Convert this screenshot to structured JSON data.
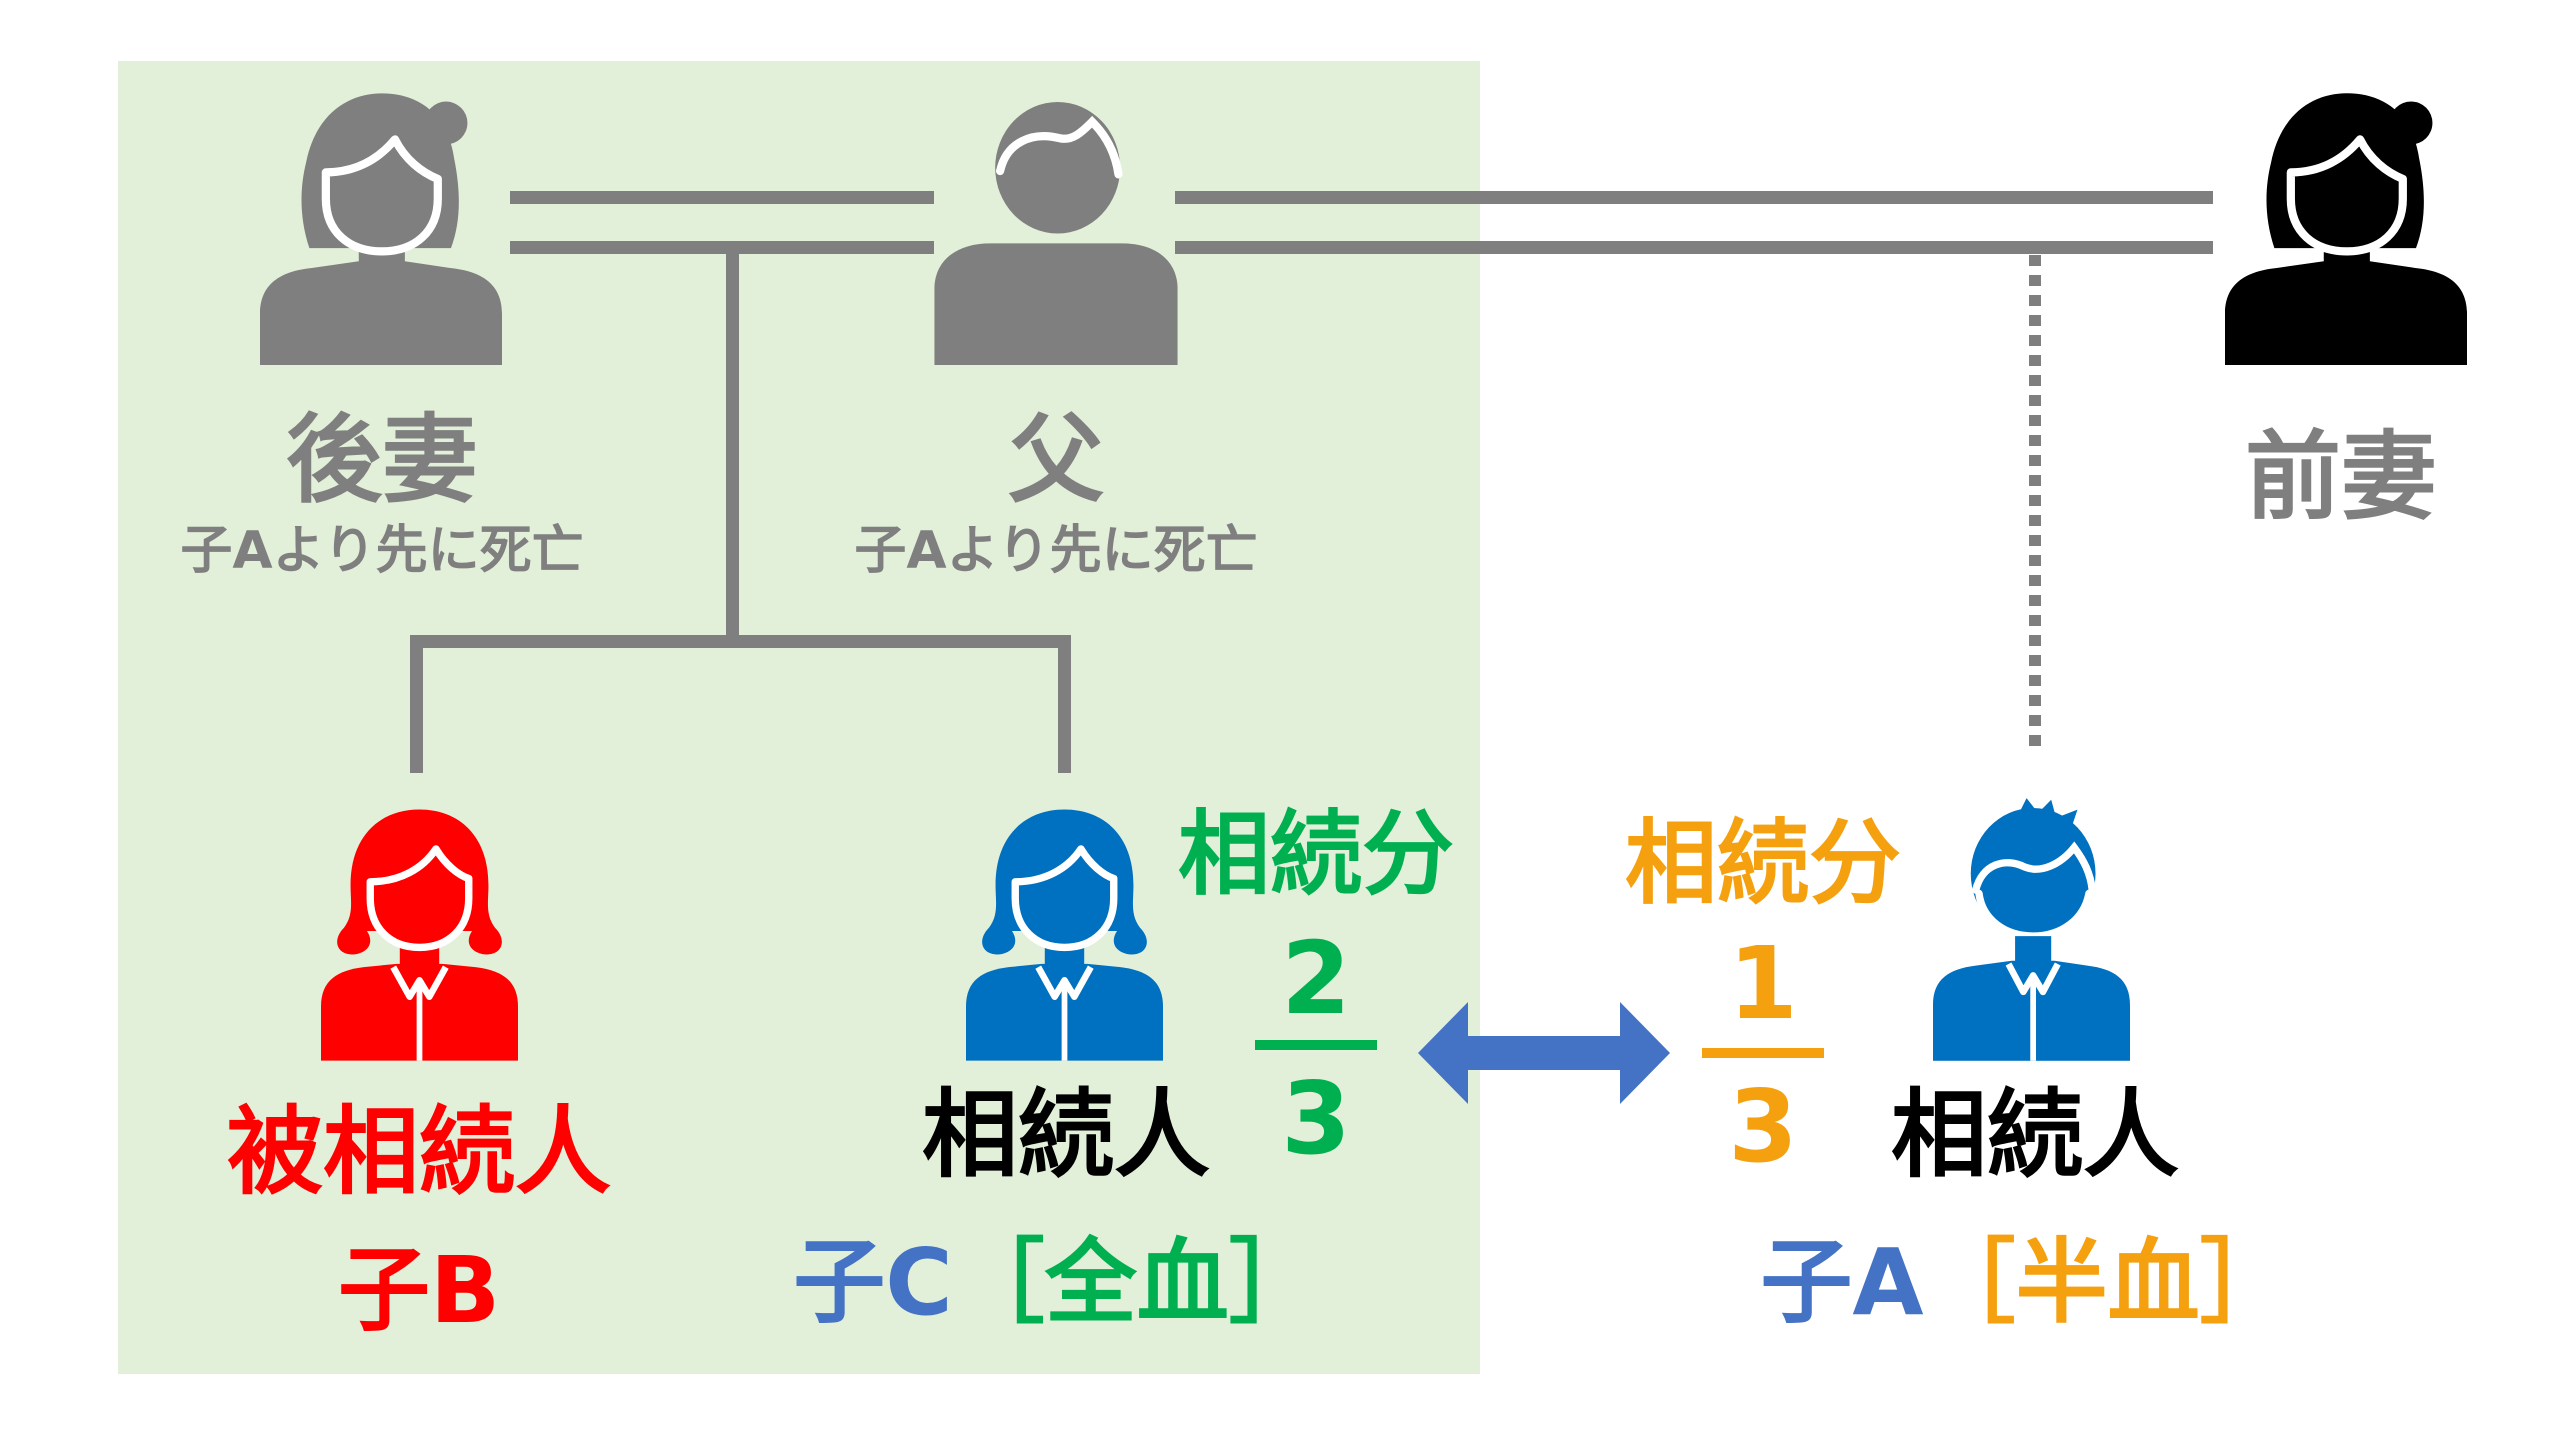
{
  "parents": {
    "stepwife": {
      "label": "後妻",
      "note": "子Aより先に死亡",
      "icon": "woman-icon"
    },
    "father": {
      "label": "父",
      "note": "子Aより先に死亡",
      "icon": "man-icon"
    },
    "former_wife": {
      "label": "前妻",
      "icon": "woman-icon"
    }
  },
  "children": {
    "child_b": {
      "role": "被相続人",
      "name": "子B",
      "icon": "girl-icon"
    },
    "child_c": {
      "role": "相続人",
      "name": "子C",
      "blood": "［全血］",
      "icon": "girl-icon",
      "share": {
        "label": "相続分",
        "numerator": 2,
        "denominator": 3
      }
    },
    "child_a": {
      "role": "相続人",
      "name": "子A",
      "blood": "［半血］",
      "icon": "boy-icon",
      "share": {
        "label": "相続分",
        "numerator": 1,
        "denominator": 3
      }
    }
  },
  "comparison_icon": "double-arrow-icon",
  "colors": {
    "panel_bg": "#e2efd9",
    "line_gray": "#7f7f7f",
    "deceased_gray": "#7f7f7f",
    "former_wife": "#000000",
    "decedent_red": "#ff0000",
    "heir_icon_blue": "#0070c0",
    "heir_text": "#000000",
    "child_name_blue": "#4472c4",
    "full_blood_green": "#00b050",
    "half_blood_orange": "#f5a00f",
    "arrow_blue": "#4472c4"
  }
}
